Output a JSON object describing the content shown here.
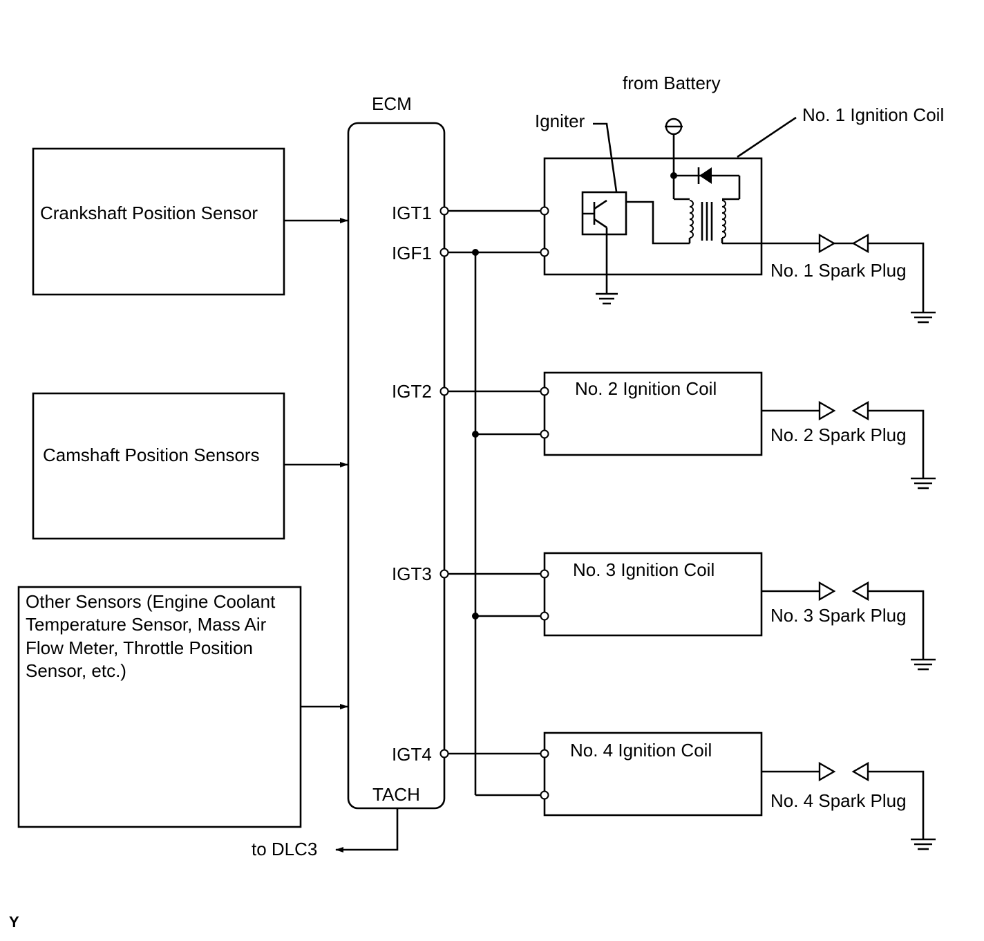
{
  "ecm": {
    "label": "ECM",
    "pins": {
      "igt1": "IGT1",
      "igf1": "IGF1",
      "igt2": "IGT2",
      "igt3": "IGT3",
      "igt4": "IGT4",
      "tach": "TACH"
    }
  },
  "sensors": {
    "crankshaft": "Crankshaft Position Sensor",
    "camshaft": "Camshaft Position Sensors",
    "other_lines": [
      "Other Sensors (Engine Coolant",
      "Temperature Sensor, Mass Air",
      "Flow Meter, Throttle Position",
      "Sensor, etc.)"
    ]
  },
  "power": {
    "from_battery": "from Battery"
  },
  "coil1": {
    "label": "No. 1 Ignition Coil",
    "igniter": "Igniter"
  },
  "coils": [
    "No. 2 Ignition Coil",
    "No. 3 Ignition Coil",
    "No. 4 Ignition Coil"
  ],
  "spark_plugs": [
    "No. 1 Spark Plug",
    "No. 2 Spark Plug",
    "No. 3 Spark Plug",
    "No. 4 Spark Plug"
  ],
  "outputs": {
    "dlc3": "to DLC3"
  },
  "footer": {
    "mark": "Y"
  }
}
